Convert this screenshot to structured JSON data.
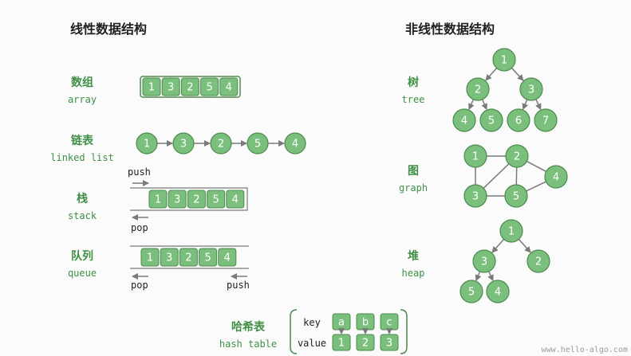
{
  "left_title": "线性数据结构",
  "right_title": "非线性数据结构",
  "array": {
    "zh": "数组",
    "en": "array",
    "values": [
      "1",
      "3",
      "2",
      "5",
      "4"
    ]
  },
  "linked_list": {
    "zh": "链表",
    "en": "linked list",
    "values": [
      "1",
      "3",
      "2",
      "5",
      "4"
    ]
  },
  "stack": {
    "zh": "栈",
    "en": "stack",
    "values": [
      "1",
      "3",
      "2",
      "5",
      "4"
    ],
    "push": "push",
    "pop": "pop"
  },
  "queue": {
    "zh": "队列",
    "en": "queue",
    "values": [
      "1",
      "3",
      "2",
      "5",
      "4"
    ],
    "pop": "pop",
    "push": "push"
  },
  "hash_table": {
    "zh": "哈希表",
    "en": "hash table",
    "key_label": "key",
    "value_label": "value",
    "keys": [
      "a",
      "b",
      "c"
    ],
    "values": [
      "1",
      "2",
      "3"
    ]
  },
  "tree": {
    "zh": "树",
    "en": "tree",
    "nodes": [
      "1",
      "2",
      "3",
      "4",
      "5",
      "6",
      "7"
    ]
  },
  "graph": {
    "zh": "图",
    "en": "graph",
    "nodes": [
      "1",
      "2",
      "3",
      "5",
      "4"
    ]
  },
  "heap": {
    "zh": "堆",
    "en": "heap",
    "nodes": [
      "1",
      "3",
      "2",
      "5",
      "4"
    ]
  },
  "watermark": "www.hello-algo.com",
  "colors": {
    "node_fill": "#7bbf7d",
    "node_stroke": "#4c8a4e",
    "label_green": "#3f8f45",
    "edge": "#7a7a7a",
    "title": "#1f1f1f"
  }
}
